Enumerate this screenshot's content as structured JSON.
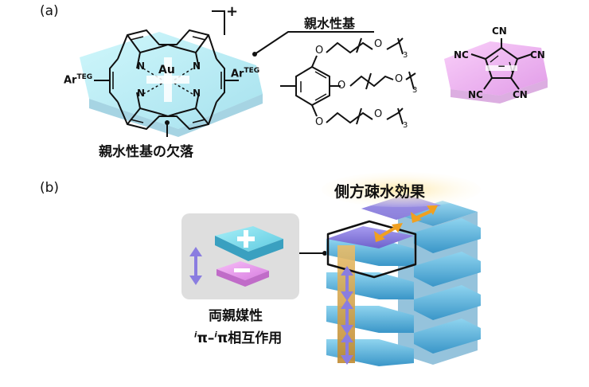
{
  "panel_a": {
    "label": "(a)",
    "charge": "+",
    "metal": "Au",
    "n_atom": "N",
    "aryl": "Ar",
    "aryl_sup": "TEG",
    "hydrophilic_label": "親水性基",
    "missing_label": "親水性基の欠落",
    "oxygen": "O",
    "repeat": "3",
    "cn": "CN",
    "nc": "NC",
    "anion_charge": "−"
  },
  "panel_b": {
    "label": "(b)",
    "lateral_label": "側方疎水効果",
    "amphiphilic_label": "両親媒性",
    "interaction_sup": "i",
    "interaction_pi": "π",
    "interaction_dash": "–",
    "interaction_tail": "相互作用",
    "plus": "+",
    "minus": "−"
  },
  "colors": {
    "cation_cyan": "#6fe0ee",
    "anion_pink": "#e58ee8",
    "stack_blue": "#4aa8d8",
    "stack_purple": "#8a7de0",
    "stack_orange": "#d9a24a",
    "arrow_orange": "#f0a020",
    "arrow_purple": "#8a7de0",
    "highlight_orange": "#f5c451"
  }
}
